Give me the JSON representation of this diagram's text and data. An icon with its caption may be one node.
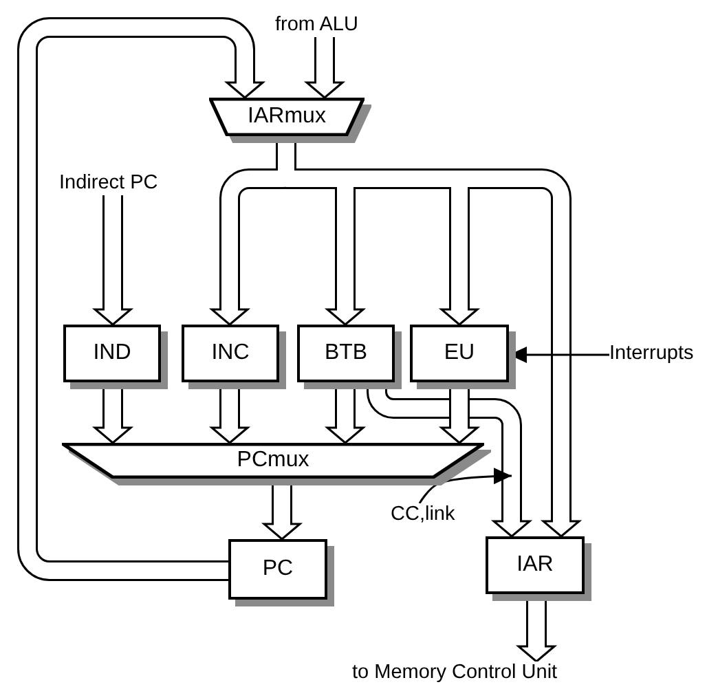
{
  "diagram": {
    "nodes": [
      {
        "text": [
          "from ALU"
        ]
      },
      {
        "text": [
          "IARmux"
        ]
      },
      {
        "text": [
          "Indirect PC"
        ]
      },
      {
        "text": [
          "IND"
        ]
      },
      {
        "text": [
          "INC"
        ]
      },
      {
        "text": [
          "BTB"
        ]
      },
      {
        "text": [
          "EU"
        ]
      },
      {
        "text": [
          "Interrupts"
        ]
      },
      {
        "text": [
          "PCmux"
        ]
      },
      {
        "text": [
          "CC,link"
        ]
      },
      {
        "text": [
          "PC"
        ]
      },
      {
        "text": [
          "IAR"
        ]
      },
      {
        "text": [
          "to Memory Control Unit"
        ]
      }
    ],
    "edges": [
      {
        "from": 0,
        "to": 1,
        "arrow": "to"
      },
      {
        "from": 10,
        "to": 1,
        "arrow": "to"
      },
      {
        "from": 1,
        "to": 4,
        "arrow": "to"
      },
      {
        "from": 1,
        "to": 5,
        "arrow": "to"
      },
      {
        "from": 1,
        "to": 6,
        "arrow": "to"
      },
      {
        "from": 1,
        "to": 11,
        "arrow": "to"
      },
      {
        "from": 2,
        "to": 3,
        "arrow": "to"
      },
      {
        "from": 7,
        "to": 6,
        "arrow": "to"
      },
      {
        "from": 3,
        "to": 8,
        "arrow": "to"
      },
      {
        "from": 4,
        "to": 8,
        "arrow": "to"
      },
      {
        "from": 5,
        "to": 8,
        "arrow": "to"
      },
      {
        "from": 6,
        "to": 8,
        "arrow": "to"
      },
      {
        "from": 5,
        "to": 11,
        "arrow": "to"
      },
      {
        "from": 9,
        "to": null,
        "arrow": "to"
      },
      {
        "from": 8,
        "to": 10,
        "arrow": "to"
      },
      {
        "from": 11,
        "to": 12,
        "arrow": "to"
      }
    ]
  }
}
